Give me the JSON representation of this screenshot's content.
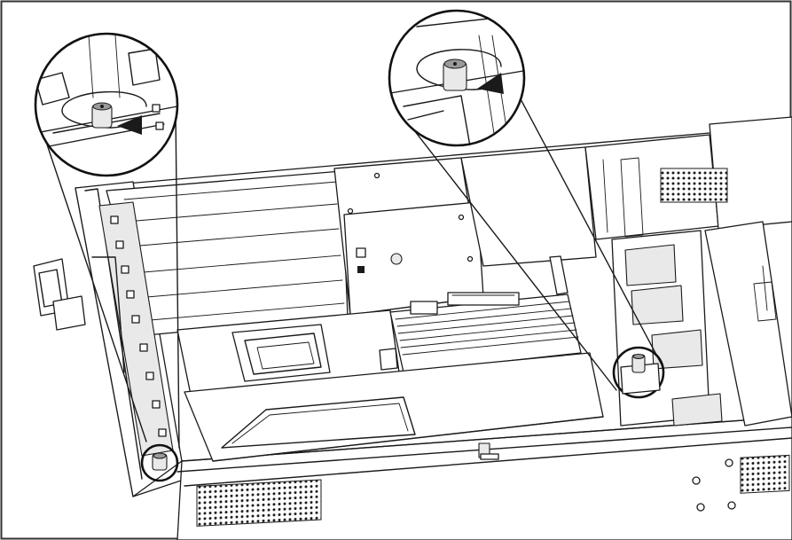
{
  "diagram": {
    "colors": {
      "line": "#1a1a1a",
      "background": "#ffffff",
      "shade": "#e9e9e9",
      "screw": "#9a9a9a"
    },
    "callouts": [
      {
        "name": "left-captive-screw",
        "icon": "rotate-counterclockwise-arrow"
      },
      {
        "name": "right-captive-screw",
        "icon": "rotate-counterclockwise-arrow"
      }
    ]
  }
}
